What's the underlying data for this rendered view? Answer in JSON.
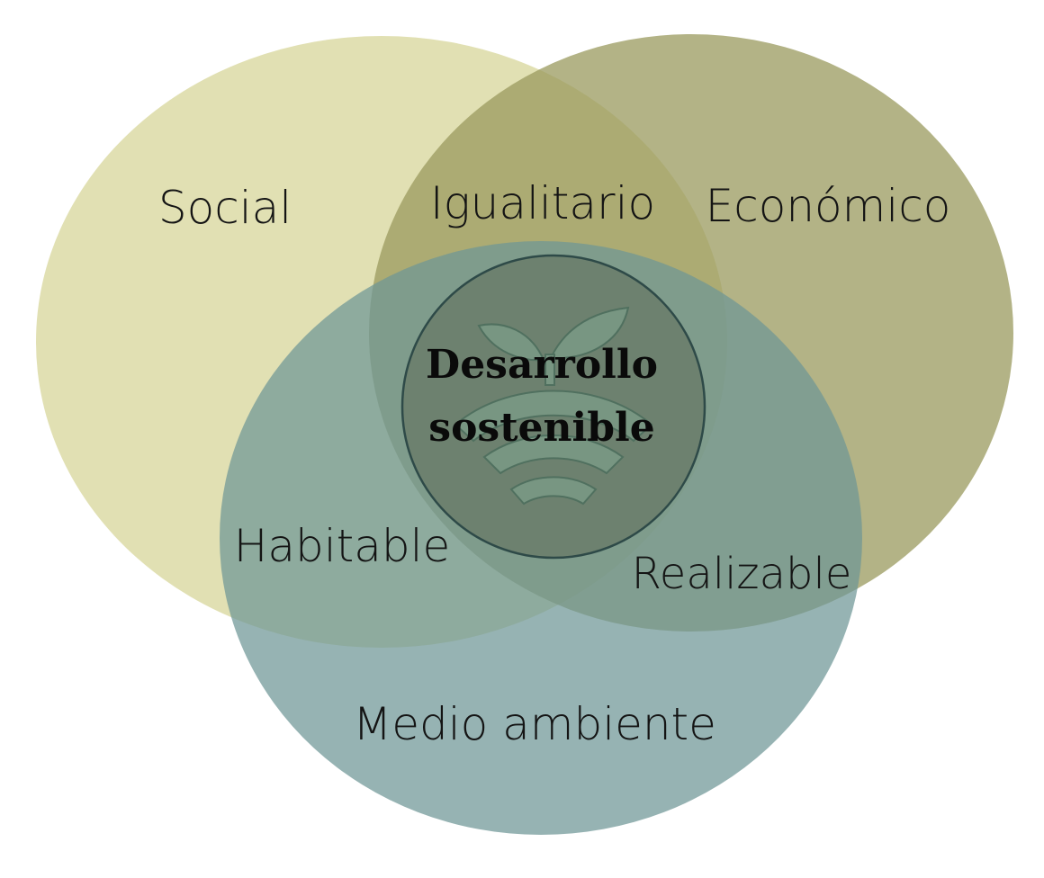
{
  "diagram": {
    "type": "venn-3",
    "sets": [
      {
        "key": "social",
        "label": "Social",
        "color": "#dedea9"
      },
      {
        "key": "economico",
        "label": "Económico",
        "color": "#a6a56f"
      },
      {
        "key": "medio_ambiente",
        "label": "Medio ambiente",
        "color": "#84a5a5"
      }
    ],
    "intersections": {
      "social_economico": "Igualitario",
      "social_ambiente": "Habitable",
      "economico_ambiente": "Realizable"
    },
    "center": {
      "line1": "Desarrollo",
      "line2": "sostenible",
      "icon": "sprout-wifi-icon"
    }
  }
}
